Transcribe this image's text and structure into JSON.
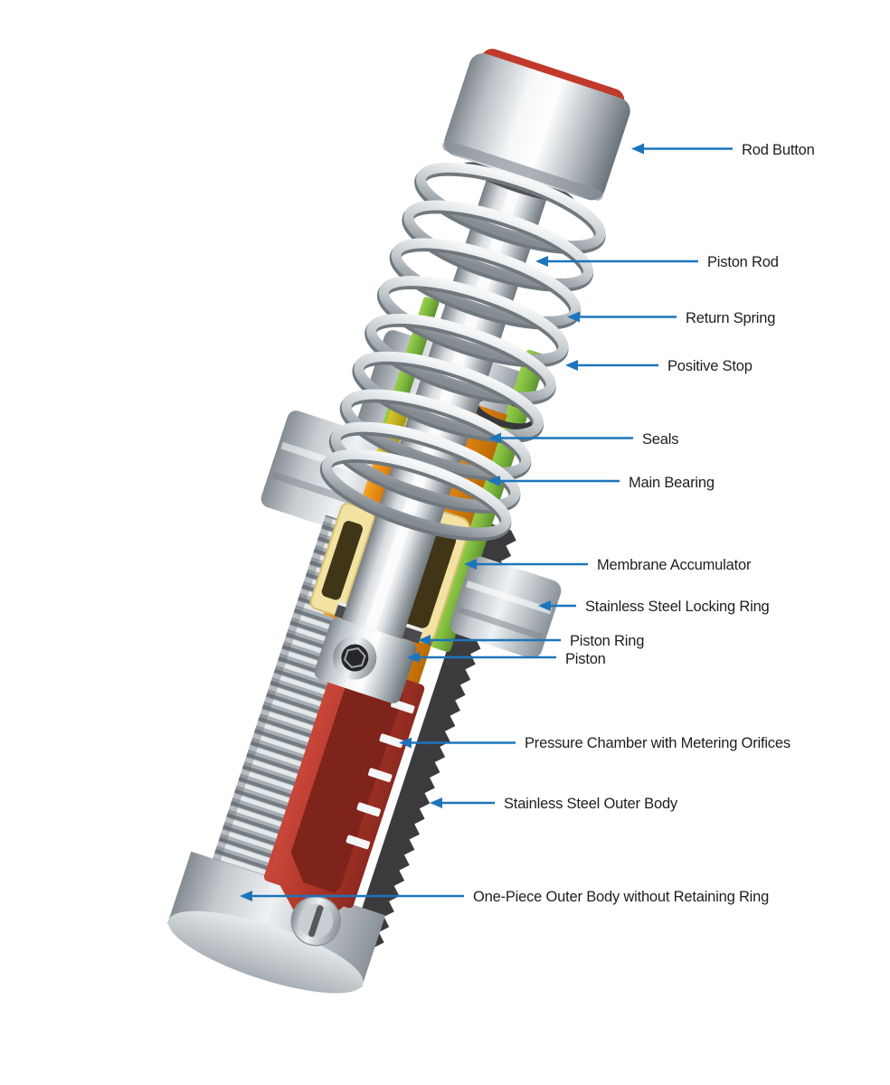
{
  "diagram": {
    "subject": "Shock absorber cutaway diagram with labeled components",
    "callouts": [
      {
        "label": "Rod Button"
      },
      {
        "label": "Piston Rod"
      },
      {
        "label": "Return Spring"
      },
      {
        "label": "Positive Stop"
      },
      {
        "label": "Seals"
      },
      {
        "label": "Main Bearing"
      },
      {
        "label": "Membrane Accumulator"
      },
      {
        "label": "Stainless Steel Locking Ring"
      },
      {
        "label": "Piston Ring"
      },
      {
        "label": "Piston"
      },
      {
        "label": "Pressure Chamber with Metering Orifices"
      },
      {
        "label": "Stainless Steel Outer Body"
      },
      {
        "label": "One-Piece Outer Body without Retaining Ring"
      }
    ],
    "colors": {
      "leader_blue": "#1C75BC",
      "label_text": "#1E1E1E",
      "positive_stop_green": "#7CB83C",
      "bearing_orange": "#E08310",
      "membrane_cream": "#F2E3A3",
      "seal_yellow": "#C8B51B",
      "pressure_chamber_red": "#B5392B",
      "outer_body_dark_gray": "#3B3B3E",
      "rod_button_red_rim": "#C03A2B",
      "steel_highlight": "#FDFEFE",
      "steel_shadow": "#6A727A",
      "background": "#FFFFFF"
    }
  }
}
